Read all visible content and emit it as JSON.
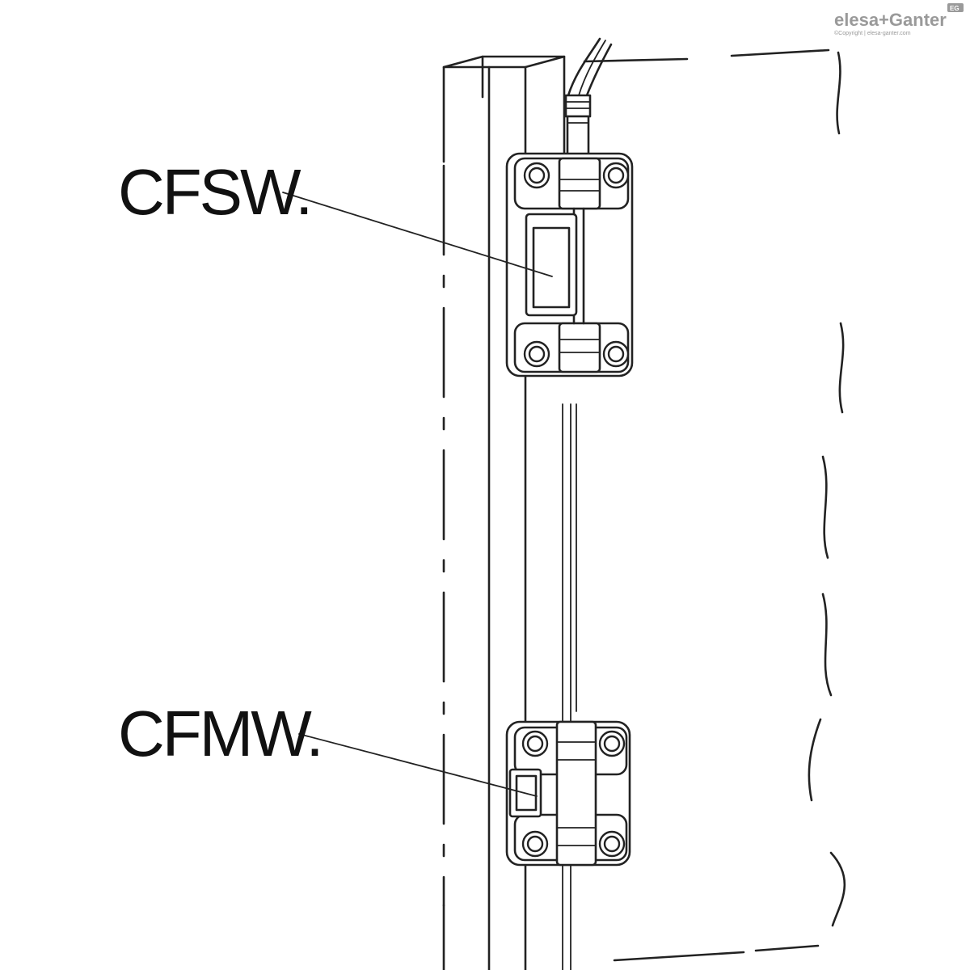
{
  "brand": {
    "logo_text": "elesa+Ganter",
    "copyright": "©Copyright | elesa-ganter.com",
    "badge": "EG",
    "color": "#9a9a9a"
  },
  "labels": {
    "upper_part": "CFSW.",
    "lower_part": "CFMW."
  },
  "colors": {
    "line": "#222222",
    "background": "#ffffff"
  }
}
